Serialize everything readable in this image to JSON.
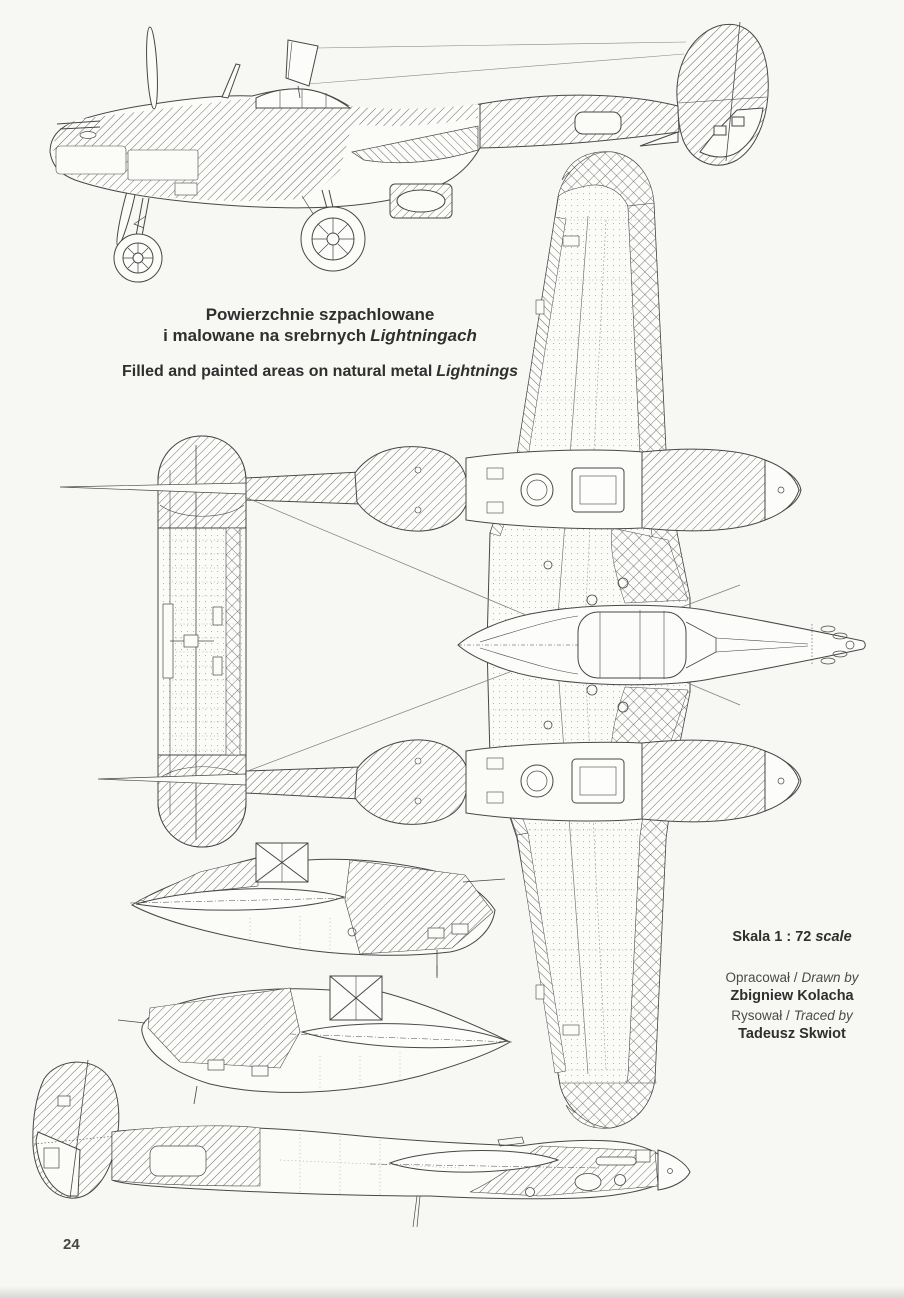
{
  "page": {
    "number": "24"
  },
  "colors": {
    "paper": "#f7f7f4",
    "ink": "#454545",
    "hatch": "#5a5a5a"
  },
  "title": {
    "pl_line1": "Powierzchnie szpachlowane",
    "pl_line2_regular": "i malowane na srebrnych",
    "pl_line2_italic": "Lightningach",
    "en_regular": "Filled and painted areas on natural metal",
    "en_italic": "Lightnings"
  },
  "credits": {
    "scale_regular": "Skala 1 : 72",
    "scale_italic": "scale",
    "drawn_label": "Opracował /",
    "drawn_label_italic": "Drawn by",
    "drawn_name": "Zbigniew Kolacha",
    "traced_label": "Rysował /",
    "traced_label_italic": "Traced by",
    "traced_name": "Tadeusz Skwiot"
  }
}
